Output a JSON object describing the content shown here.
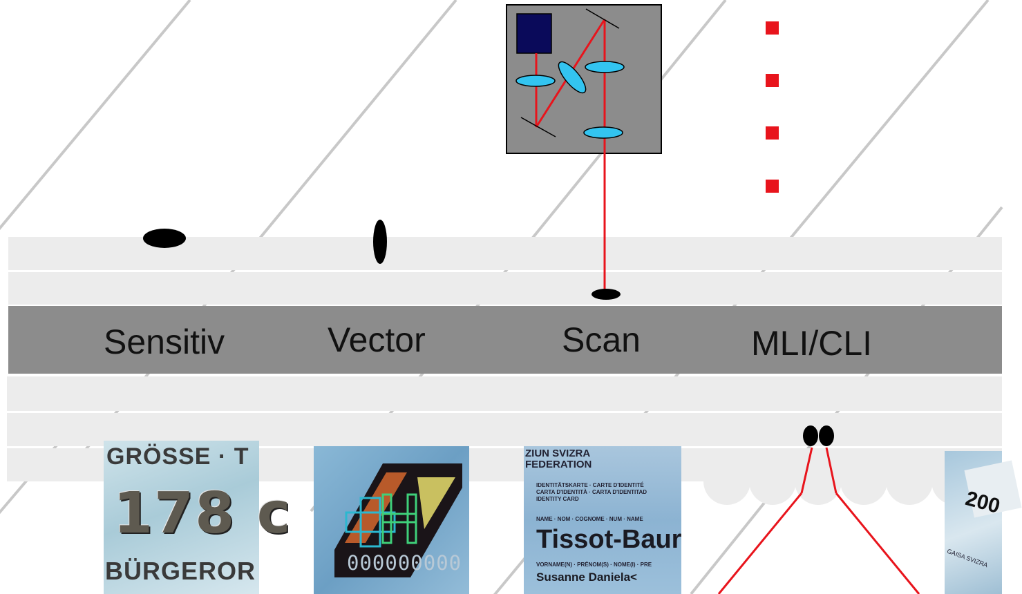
{
  "methods": [
    {
      "key": "sensitiv",
      "label": "Sensitiv"
    },
    {
      "key": "vector",
      "label": "Vector"
    },
    {
      "key": "scan",
      "label": "Scan"
    },
    {
      "key": "mlicli",
      "label": "MLI/CLI"
    }
  ],
  "photos": {
    "sensitiv": {
      "line1": "GRÖSSE · T",
      "line2": "178 c",
      "line3": "BÜRGEROR"
    },
    "vector": {
      "digits": "000000000"
    },
    "scan": {
      "line1": "ZIUN SVIZRA",
      "line2": "FEDERATION",
      "line3": "IDENTITÄTSKARTE · CARTE D'IDENTITÉ",
      "line4": "CARTA D'IDENTITÀ · CARTA D'IDENTITAD",
      "line5": "IDENTITY CARD",
      "line6": "NAME · NOM · COGNOME · NUM · NAME",
      "line7": "Tissot-Baur",
      "line8": "VORNAME(N) · PRÉNOM(S) · NOME(I) · PRE",
      "line9": "Susanne Daniela<"
    },
    "mli": {
      "line1": "200",
      "line2": "GAISA SVIZRA"
    }
  },
  "colors": {
    "band_dark": "#8c8c8c",
    "band_light": "#ececec",
    "laser": "#e8141c",
    "bullet": "#e8141c",
    "lens": "#33c4f0",
    "device_box": "#8c8c8c",
    "laser_source": "#0a0a5a",
    "diagonal_lines": "#cccccc"
  }
}
